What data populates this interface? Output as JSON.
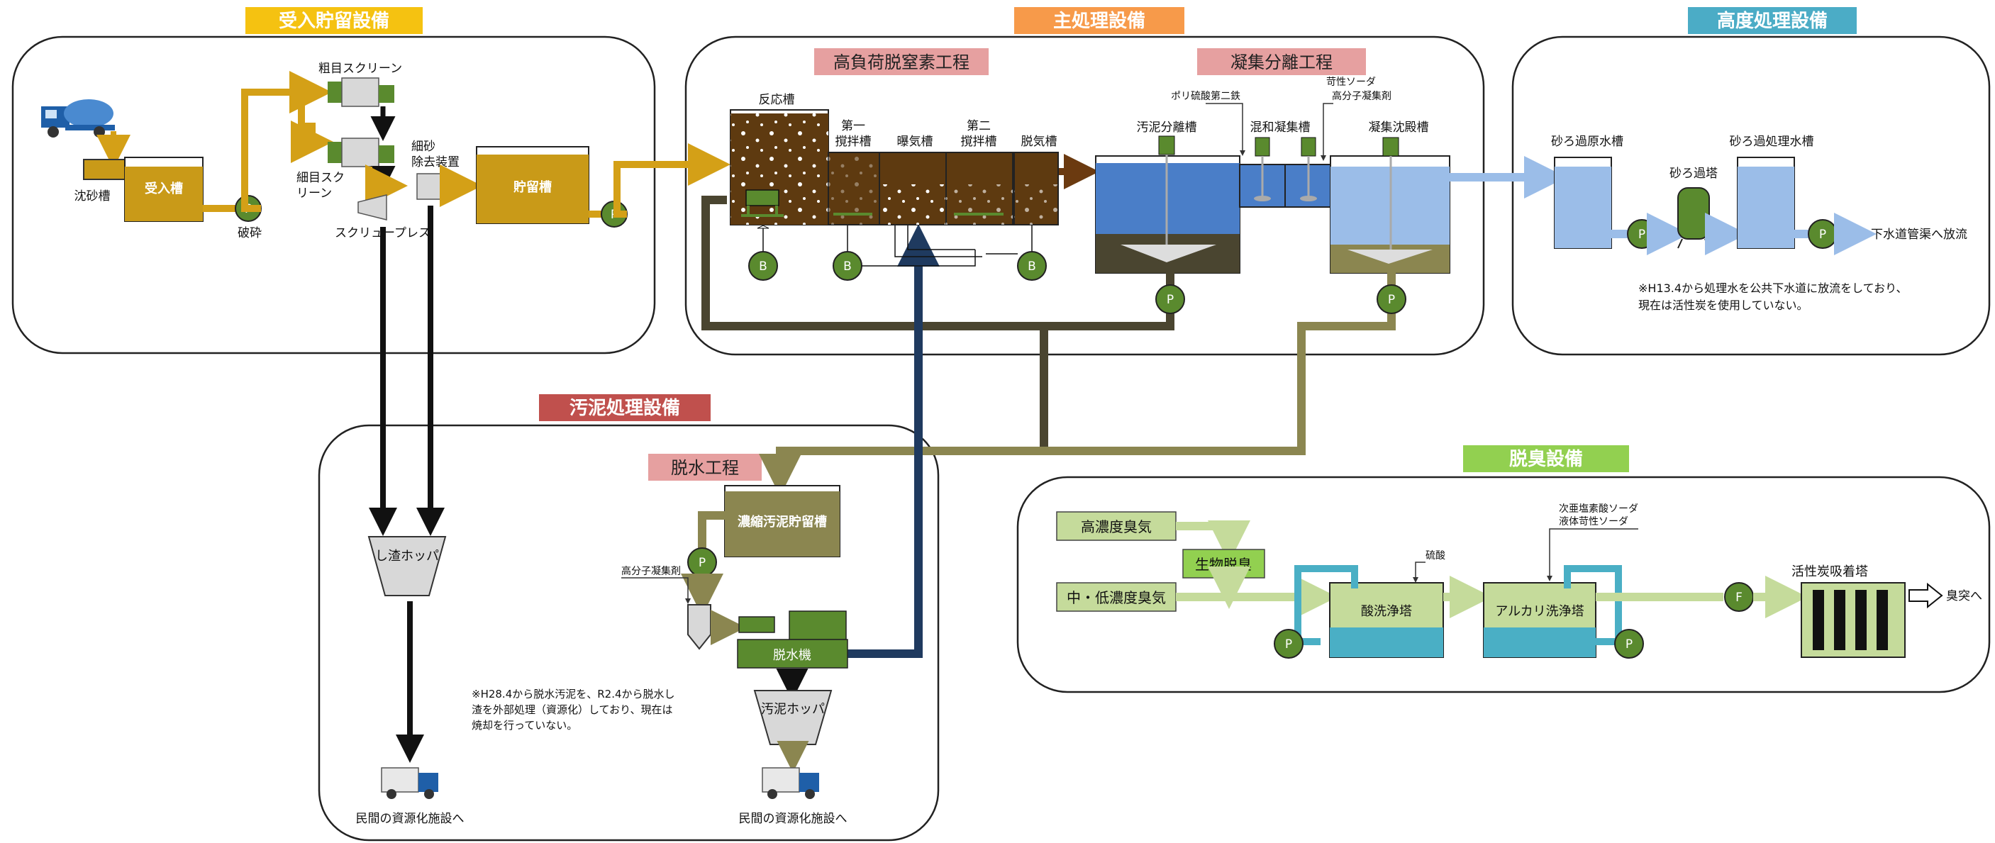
{
  "colors": {
    "gold": "#D4A017",
    "tank_brown": "#5E3A10",
    "sludge_dark": "#4A4530",
    "olive": "#8B8650",
    "navy": "#1F3A5F",
    "blue_water": "#4A7EC8",
    "light_blue": "#9BBDE8",
    "pump_green": "#5A8A2E",
    "odor_green": "#C5DB9B",
    "teal": "#4AAFC5",
    "orange_hdr": "#F79A4A",
    "yellow_hdr": "#F5C211",
    "cyan_hdr": "#4BACC6",
    "red_hdr": "#C0504D",
    "green_hdr": "#92D050",
    "pink_hdr": "#E6A0A0"
  },
  "sections": {
    "receiving": "受入貯留設備",
    "main": "主処理設備",
    "advanced": "高度処理設備",
    "sludge": "汚泥処理設備",
    "deodor": "脱臭設備",
    "high_load": "高負荷脱窒素工程",
    "coag_sep": "凝集分離工程",
    "dewater": "脱水工程"
  },
  "receiving": {
    "sand_tank": "沈砂槽",
    "receiving_tank": "受入槽",
    "crush": "破砕",
    "coarse_screen": "粗目スクリーン",
    "fine_screen_1": "細目スク",
    "fine_screen_2": "リーン",
    "grit_1": "細砂",
    "grit_2": "除去装置",
    "screw_press": "スクリュープレス",
    "storage_tank": "貯留槽"
  },
  "main": {
    "reaction_tank": "反応槽",
    "mix1_a": "第一",
    "mix1_b": "撹拌槽",
    "aeration": "曝気槽",
    "mix2_a": "第二",
    "mix2_b": "撹拌槽",
    "degas": "脱気槽",
    "sludge_sep": "汚泥分離槽",
    "ferric": "ポリ硫酸第二鉄",
    "mix_coag": "混和凝集槽",
    "soda": "苛性ソーダ",
    "polymer": "高分子凝集剤",
    "coag_settle": "凝集沈殿槽"
  },
  "advanced": {
    "sand_raw": "砂ろ過原水槽",
    "sand_tower": "砂ろ過塔",
    "sand_treated": "砂ろ過処理水槽",
    "discharge": "下水道管渠へ放流",
    "note_1": "※H13.4から処理水を公共下水道に放流をしており、",
    "note_2": "現在は活性炭を使用していない。"
  },
  "sludge": {
    "screen_hopper": "し渣ホッパ",
    "thick_tank": "濃縮汚泥貯留槽",
    "polymer": "高分子凝集剤",
    "dewater_machine": "脱水機",
    "sludge_hopper": "汚泥ホッパ",
    "private_1": "民間の資源化施設へ",
    "private_2": "民間の資源化施設へ",
    "note_1": "※H28.4から脱水汚泥を、R2.4から脱水し",
    "note_2": "渣を外部処理（資源化）しており、現在は",
    "note_3": "焼却を行っていない。"
  },
  "deodor": {
    "high_odor": "高濃度臭気",
    "bio_deodor": "生物脱臭",
    "mid_low_odor": "中・低濃度臭気",
    "sulfuric": "硫酸",
    "acid_tower": "酸洗浄塔",
    "hypo_1": "次亜塩素酸ソーダ",
    "hypo_2": "液体苛性ソーダ",
    "alkali_tower": "アルカリ洗浄塔",
    "carbon_tower": "活性炭吸着塔",
    "stack": "臭突へ"
  },
  "symbols": {
    "pump": "P",
    "blower": "B",
    "fan": "F"
  }
}
